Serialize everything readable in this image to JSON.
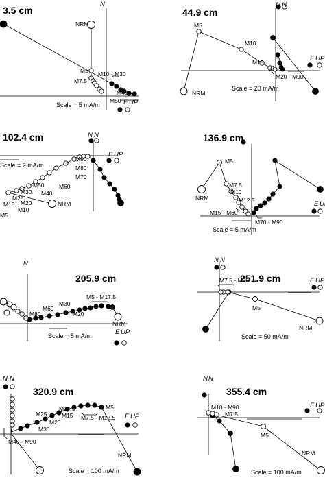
{
  "axis_labels": {
    "north": "N",
    "east": "E",
    "up": "UP"
  },
  "panels": [
    {
      "title": "3.5 cm",
      "scale": "Scale = 5 mA/m",
      "labels": [
        "NRM",
        "M5",
        "M7.5",
        "M10 - M30",
        "M40",
        "M50"
      ]
    },
    {
      "title": "44.9 cm",
      "scale": "Scale = 20 mA/m",
      "labels": [
        "M5",
        "M10",
        "M15",
        "M20 - M90",
        "NRM"
      ]
    },
    {
      "title": "102.4 cm",
      "scale": "Scale = 2 mA/m",
      "labels": [
        "M90",
        "M80",
        "M70",
        "M60",
        "M50",
        "M40",
        "M30",
        "M25",
        "M20",
        "M15",
        "M10",
        "M5",
        "NRM"
      ]
    },
    {
      "title": "136.9 cm",
      "scale": "Scale = 5 mA/m",
      "labels": [
        "M5",
        "NRM",
        "M7.5",
        "M10",
        "M12.5",
        "M15 - M60",
        "M70 - M90"
      ]
    },
    {
      "title": "205.9 cm",
      "scale": "Scale = 5 mA/m",
      "labels": [
        "M5 - M17.5",
        "M30",
        "M60",
        "M80",
        "M20",
        "NRM"
      ]
    },
    {
      "title": "251.9 cm",
      "scale": "Scale = 50 mA/m",
      "labels": [
        "M7.5 - M90",
        "M5",
        "NRM"
      ]
    },
    {
      "title": "320.9 cm",
      "scale": "Scale = 100 mA/m",
      "labels": [
        "M17.5",
        "M25",
        "M15",
        "M20",
        "M30",
        "M5",
        "M7.5 - M12.5",
        "M40 - M90",
        "NRM"
      ]
    },
    {
      "title": "355.4 cm",
      "scale": "Scale = 100 mA/m",
      "labels": [
        "M10 - M90",
        "M7.5",
        "M5",
        "NRM"
      ]
    }
  ],
  "colors": {
    "line": "#000000",
    "filled": "#000000",
    "open": "#ffffff"
  }
}
